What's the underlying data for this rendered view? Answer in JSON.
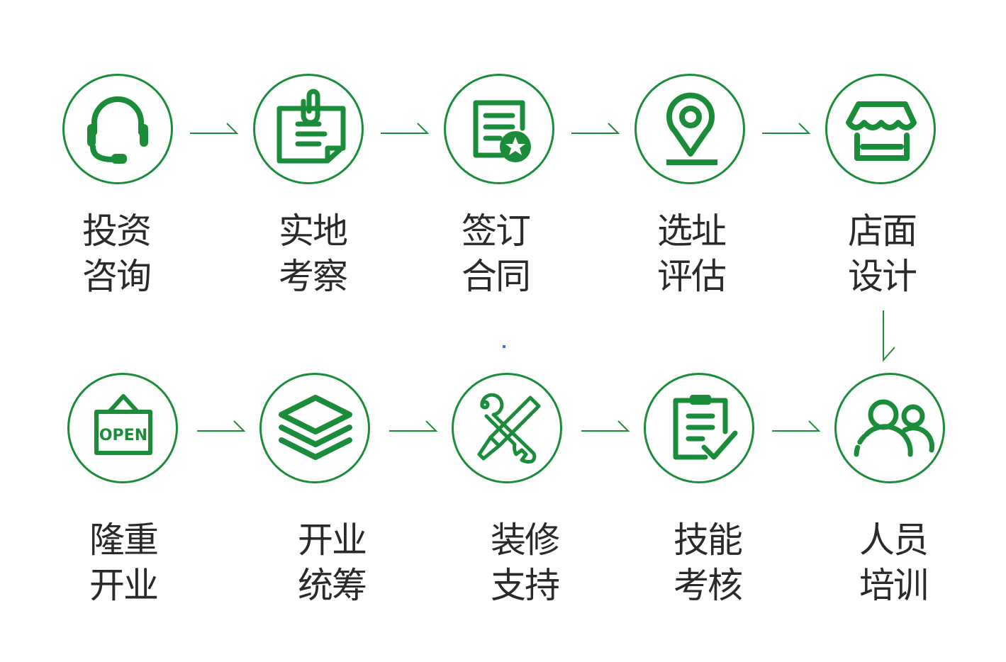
{
  "accent": "#1a8c3a",
  "steps": [
    {
      "line1": "投资",
      "line2": "咨询",
      "icon": "headset-icon"
    },
    {
      "line1": "实地",
      "line2": "考察",
      "icon": "notepad-clip-icon"
    },
    {
      "line1": "签订",
      "line2": "合同",
      "icon": "contract-star-icon"
    },
    {
      "line1": "选址",
      "line2": "评估",
      "icon": "location-pin-icon"
    },
    {
      "line1": "店面",
      "line2": "设计",
      "icon": "storefront-icon"
    },
    {
      "line1": "人员",
      "line2": "培训",
      "icon": "people-icon"
    },
    {
      "line1": "技能",
      "line2": "考核",
      "icon": "clipboard-check-icon"
    },
    {
      "line1": "装修",
      "line2": "支持",
      "icon": "tools-icon"
    },
    {
      "line1": "开业",
      "line2": "统筹",
      "icon": "layers-icon"
    },
    {
      "line1": "隆重",
      "line2": "开业",
      "icon": "open-sign-icon"
    }
  ],
  "open_sign_text": "OPEN"
}
